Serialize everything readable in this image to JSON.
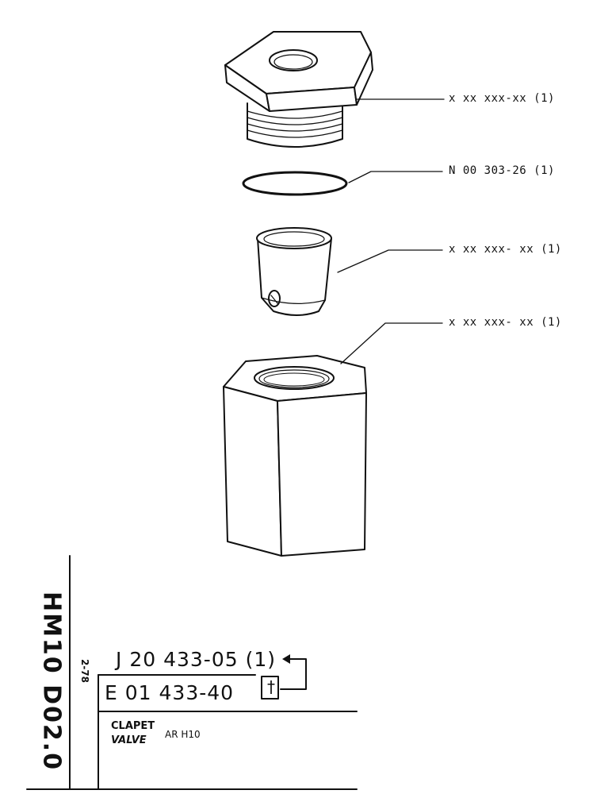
{
  "callouts": {
    "cap_nut": "x xx xxx-xx (1)",
    "o_ring": "N 00 303-26 (1)",
    "valve_insert": "x xx xxx- xx (1)",
    "valve_body": "x xx xxx- xx (1)"
  },
  "title_block": {
    "drawing_code": "HM10 D02.0",
    "date_code": "2-78",
    "assembly_ref": "J 20 433-05 (1)",
    "part_ref": "E 01 433-40",
    "part_symbol": "†",
    "title_fr": "CLAPET",
    "title_en": "VALVE",
    "model": "AR H10"
  }
}
